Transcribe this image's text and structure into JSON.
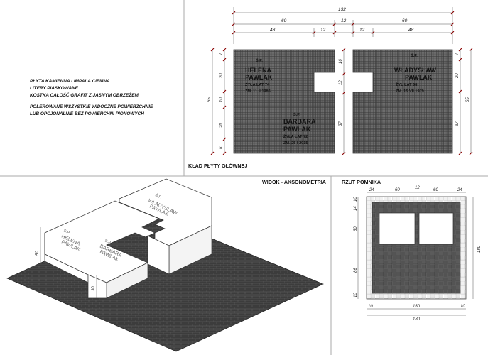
{
  "notes": {
    "material": "PŁYTA KAMIENNA - IMPALA CIEMNA",
    "letters": "LITERY PIASKOWANE",
    "cobble": "KOSTKA CAŁOŚĆ GRAFIT Z JASNYM OBRZEŻEM",
    "polish1": "POLEROWANE WSZYSTKIE WIDOCZNE POWIERZCHNIE",
    "polish2": "LUB OPCJONALNIE BEZ POWIERCHNI PIONOWYCH"
  },
  "titles": {
    "slab_layout": "KŁAD PŁYTY GŁÓWNEJ",
    "axonometric": "WIDOK - AKSONOMETRIA",
    "plan": "RZUT POMNIKA"
  },
  "inscriptions": {
    "helena": {
      "sp": "Ś.P.",
      "first": "HELENA",
      "last": "PAWLAK",
      "age": "ŻYŁA LAT 74",
      "died": "ZM. 11 II 1986"
    },
    "barbara": {
      "sp": "Ś.P.",
      "first": "BARBARA",
      "last": "PAWLAK",
      "age": "ŻYŁA LAT 72",
      "died": "ZM. 25 I 2015"
    },
    "wladyslaw": {
      "sp": "Ś.P.",
      "first": "WŁADYSŁAW",
      "last": "PAWLAK",
      "age": "ŻYŁ LAT 68",
      "died": "ZM. 15 VII 1979"
    }
  },
  "slab_dims": {
    "total_width": "132",
    "half_left": "60",
    "half_mid": "12",
    "half_right": "60",
    "seg_48a": "48",
    "seg_12a": "12",
    "seg_12b": "12",
    "seg_48b": "48",
    "left_total": "65",
    "left_7": "7",
    "left_20a": "20",
    "left_10": "10",
    "left_20b": "20",
    "left_6": "6",
    "mid_16": "16",
    "mid_12": "12",
    "mid_37": "37",
    "right_20": "20",
    "right_37": "37",
    "right_total": "65",
    "right_7": "7"
  },
  "axo_dims": {
    "height": "50",
    "side": "30"
  },
  "plan_dims": {
    "top_24a": "24",
    "top_60a": "60",
    "top_12": "12",
    "top_60b": "60",
    "top_24b": "24",
    "left_10a": "10",
    "left_14": "14",
    "left_60": "60",
    "left_86": "86",
    "left_10b": "10",
    "right_180": "180",
    "bot_10a": "10",
    "bot_160": "160",
    "bot_10b": "10",
    "bot_180": "180"
  }
}
